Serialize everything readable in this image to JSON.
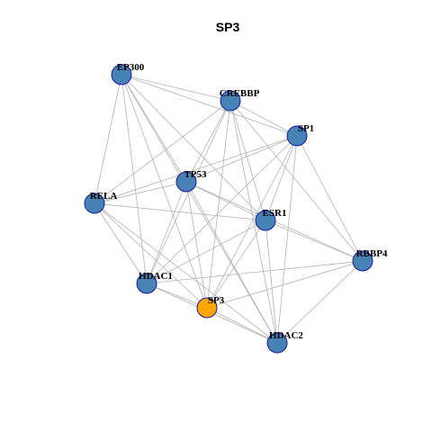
{
  "title": "SP3",
  "colors": {
    "default_node": "#4682b4",
    "highlight_node": "#ffa500",
    "node_border": "#1a1aa6",
    "edge": "#b3b3b3"
  },
  "nodes": [
    {
      "id": "EP300",
      "label": "EP300",
      "highlight": false
    },
    {
      "id": "CREBBP",
      "label": "CREBBP",
      "highlight": false
    },
    {
      "id": "SP1",
      "label": "SP1",
      "highlight": false
    },
    {
      "id": "TP53",
      "label": "TP53",
      "highlight": false
    },
    {
      "id": "RELA",
      "label": "RELA",
      "highlight": false
    },
    {
      "id": "ESR1",
      "label": "ESR1",
      "highlight": false
    },
    {
      "id": "RBBP4",
      "label": "RBBP4",
      "highlight": false
    },
    {
      "id": "HDAC1",
      "label": "HDAC1",
      "highlight": false
    },
    {
      "id": "SP3",
      "label": "SP3",
      "highlight": true
    },
    {
      "id": "HDAC2",
      "label": "HDAC2",
      "highlight": false
    }
  ],
  "edges": [
    [
      "EP300",
      "CREBBP"
    ],
    [
      "EP300",
      "SP1"
    ],
    [
      "EP300",
      "RELA"
    ],
    [
      "EP300",
      "TP53"
    ],
    [
      "EP300",
      "ESR1"
    ],
    [
      "EP300",
      "HDAC1"
    ],
    [
      "EP300",
      "SP3"
    ],
    [
      "EP300",
      "HDAC2"
    ],
    [
      "CREBBP",
      "SP1"
    ],
    [
      "CREBBP",
      "RELA"
    ],
    [
      "CREBBP",
      "TP53"
    ],
    [
      "CREBBP",
      "ESR1"
    ],
    [
      "CREBBP",
      "RBBP4"
    ],
    [
      "CREBBP",
      "HDAC1"
    ],
    [
      "CREBBP",
      "SP3"
    ],
    [
      "CREBBP",
      "HDAC2"
    ],
    [
      "SP1",
      "TP53"
    ],
    [
      "SP1",
      "RELA"
    ],
    [
      "SP1",
      "ESR1"
    ],
    [
      "SP1",
      "RBBP4"
    ],
    [
      "SP1",
      "HDAC1"
    ],
    [
      "SP1",
      "SP3"
    ],
    [
      "SP1",
      "HDAC2"
    ],
    [
      "TP53",
      "RELA"
    ],
    [
      "TP53",
      "ESR1"
    ],
    [
      "TP53",
      "HDAC1"
    ],
    [
      "TP53",
      "SP3"
    ],
    [
      "TP53",
      "HDAC2"
    ],
    [
      "TP53",
      "RBBP4"
    ],
    [
      "RELA",
      "ESR1"
    ],
    [
      "RELA",
      "HDAC1"
    ],
    [
      "RELA",
      "SP3"
    ],
    [
      "RELA",
      "HDAC2"
    ],
    [
      "ESR1",
      "RBBP4"
    ],
    [
      "ESR1",
      "HDAC1"
    ],
    [
      "ESR1",
      "SP3"
    ],
    [
      "ESR1",
      "HDAC2"
    ],
    [
      "RBBP4",
      "HDAC1"
    ],
    [
      "RBBP4",
      "SP3"
    ],
    [
      "RBBP4",
      "HDAC2"
    ],
    [
      "HDAC1",
      "SP3"
    ],
    [
      "HDAC1",
      "HDAC2"
    ],
    [
      "SP3",
      "HDAC2"
    ]
  ]
}
